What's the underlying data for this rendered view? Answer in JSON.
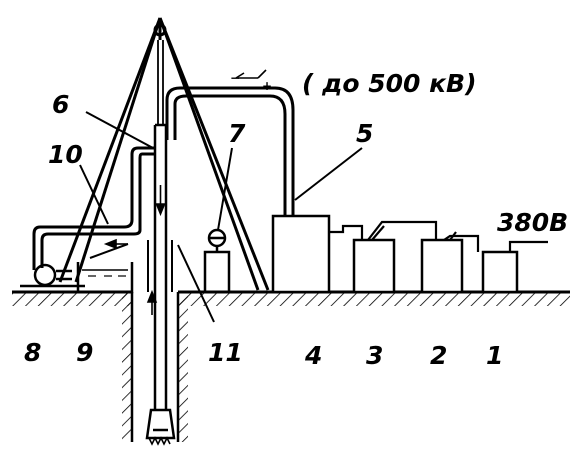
{
  "labels": {
    "voltage": "( до 500 кВ)",
    "supply": "380В",
    "n1": "1",
    "n2": "2",
    "n3": "3",
    "n4": "4",
    "n5": "5",
    "n6": "6",
    "n7": "7",
    "n8": "8",
    "n9": "9",
    "n10": "10",
    "n11": "11",
    "polarity_minus": "−",
    "polarity_plus": "+"
  },
  "colors": {
    "ink": "#000000",
    "paper": "#ffffff"
  }
}
